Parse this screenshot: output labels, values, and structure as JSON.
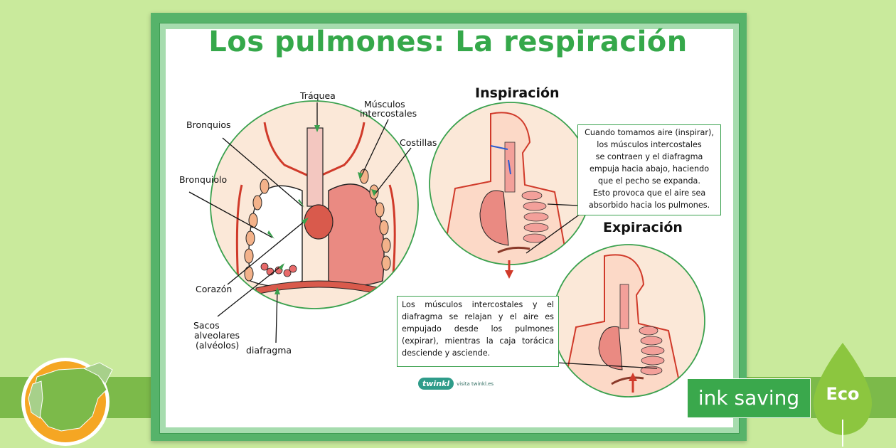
{
  "poster": {
    "title": "Los pulmones: La respiración",
    "labels": {
      "traquea": "Tráquea",
      "musculos_1": "Músculos",
      "musculos_2": "intercostales",
      "bronquios": "Bronquios",
      "costillas": "Costillas",
      "bronquiolo": "Bronquiolo",
      "corazon": "Corazón",
      "sacos_1": "Sacos",
      "sacos_2": "alveolares",
      "sacos_3": "(alvéolos)",
      "diafragma": "diafragma"
    },
    "inspiracion": {
      "heading": "Inspiración",
      "lines": [
        "Cuando tomamos aire (inspirar),",
        "los músculos intercostales",
        "se contraen y el diafragma",
        "empuja hacia abajo, haciendo",
        "que el pecho se expanda.",
        "Esto provoca que el aire sea",
        "absorbido hacia los pulmones."
      ]
    },
    "expiracion": {
      "heading": "Expiración",
      "text": "Los músculos intercostales y el diafragma se relajan y el aire es empujado desde los pulmones (expirar), mientras la caja torácica desciende y asciende."
    },
    "footer": {
      "logo": "twinkl",
      "url": "visita twinkl.es"
    }
  },
  "badge": {
    "ink_label": "ink saving",
    "eco_label": "Eco"
  },
  "colors": {
    "background": "#c9ea9c",
    "band": "#7cba4a",
    "frame": "#56b36a",
    "title": "#35a84a",
    "badge": "#3aa84c",
    "leaf": "#8cc63f",
    "spain_map_bg": "#f5a623"
  }
}
